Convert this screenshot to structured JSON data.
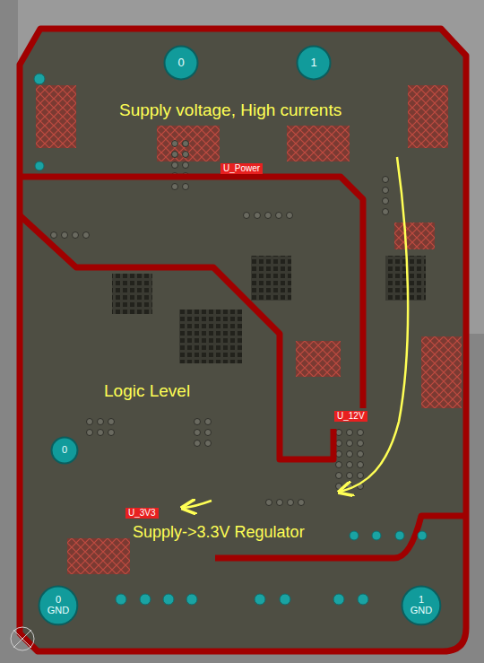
{
  "diagram": {
    "nodes": [
      {
        "text": [
          "0"
        ]
      },
      {
        "text": [
          "1"
        ]
      },
      {
        "text": [
          "0"
        ]
      },
      {
        "text": [
          "0 GND"
        ]
      },
      {
        "text": [
          "1 GND"
        ]
      }
    ],
    "labels": [
      "Supply voltage, High currents",
      "U_Power",
      "Logic Level",
      "U_12V",
      "U_3V3",
      "Supply->3.3V Regulator"
    ]
  }
}
